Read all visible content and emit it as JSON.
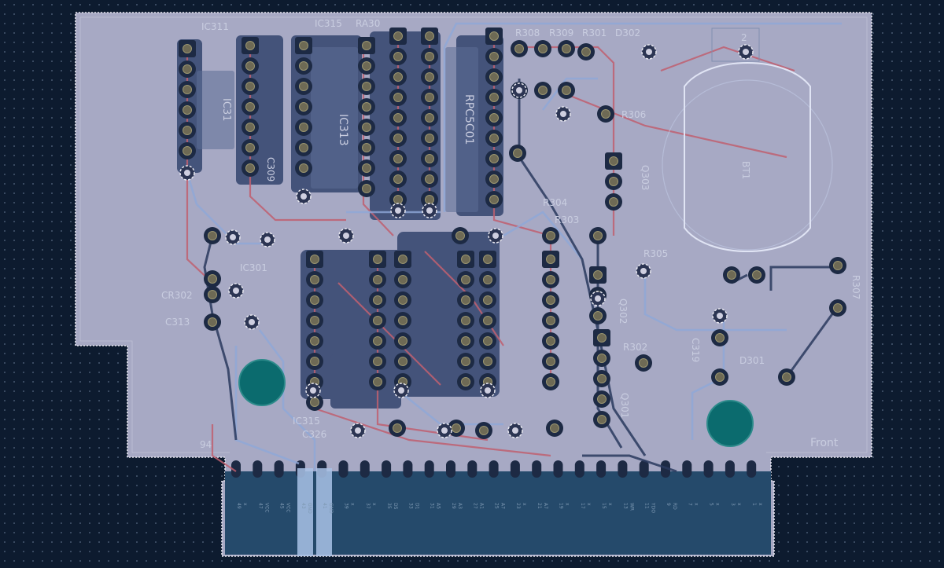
{
  "board": {
    "front_label": "Front",
    "corner_label": "94"
  },
  "refs": [
    {
      "id": "ic311",
      "text": "IC311"
    },
    {
      "id": "ic315a",
      "text": "IC315"
    },
    {
      "id": "ra301",
      "text": "RA30"
    },
    {
      "id": "ic31x",
      "text": "IC31"
    },
    {
      "id": "ic313",
      "text": "IC313"
    },
    {
      "id": "rpc",
      "text": "RPC5C01"
    },
    {
      "id": "r308",
      "text": "R308"
    },
    {
      "id": "r309",
      "text": "R309"
    },
    {
      "id": "r301",
      "text": "R301"
    },
    {
      "id": "d302",
      "text": "D302"
    },
    {
      "id": "r306",
      "text": "R306"
    },
    {
      "id": "bt1",
      "text": "BT1"
    },
    {
      "id": "c309",
      "text": "C309"
    },
    {
      "id": "q303",
      "text": "Q303"
    },
    {
      "id": "r304",
      "text": "R304"
    },
    {
      "id": "r303",
      "text": "R303"
    },
    {
      "id": "ic301",
      "text": "IC301"
    },
    {
      "id": "cr302",
      "text": "CR302"
    },
    {
      "id": "c313",
      "text": "C313"
    },
    {
      "id": "r305",
      "text": "R305"
    },
    {
      "id": "r307",
      "text": "R307"
    },
    {
      "id": "q302",
      "text": "Q302"
    },
    {
      "id": "r302",
      "text": "R302"
    },
    {
      "id": "c319",
      "text": "C319"
    },
    {
      "id": "d301",
      "text": "D301"
    },
    {
      "id": "q301",
      "text": "Q301"
    },
    {
      "id": "ic315b",
      "text": "IC315"
    },
    {
      "id": "c326",
      "text": "C326"
    },
    {
      "id": "bt_pin",
      "text": "2"
    }
  ],
  "edge_pins": [
    "49",
    "x",
    "47",
    "VCC",
    "45",
    "VCC",
    "43",
    "GND",
    "41",
    "GND",
    "39",
    "x",
    "37",
    "x",
    "35",
    "D5",
    "33",
    "D1",
    "31",
    "A5",
    "29",
    "A3",
    "27",
    "A1",
    "25",
    "A7",
    "23",
    "x",
    "21",
    "A7",
    "19",
    "x",
    "17",
    "x",
    "15",
    "x",
    "13",
    "WR",
    "11",
    "YDO",
    "9",
    "RD",
    "7",
    "x",
    "5",
    "x",
    "3",
    "x",
    "1",
    "x"
  ],
  "colors": {
    "board_fill": "#a7a9c4",
    "background": "#0d1b2f",
    "copper_back": "#3a4a73",
    "pad_dark": "#1d2a44",
    "trace_red": "#c06070",
    "trace_blue": "#8fa8d8",
    "edge_connector": "#1e4466",
    "mount_hole": "#0b6b6e"
  }
}
